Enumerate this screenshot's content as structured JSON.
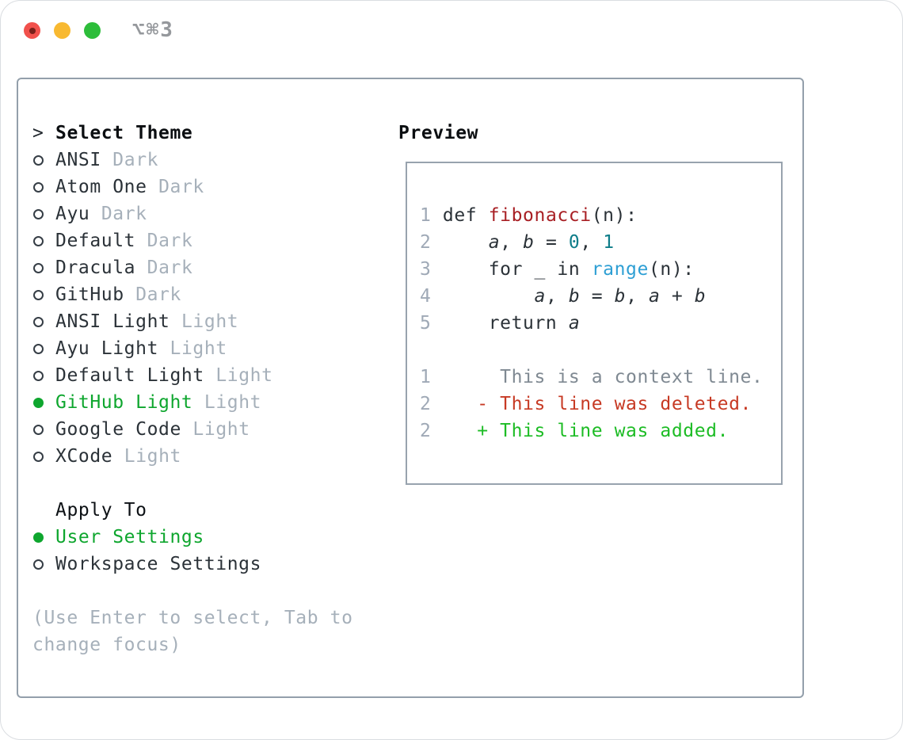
{
  "window": {
    "title": "⌥⌘3"
  },
  "colors": {
    "accent_green": "#0ea62e",
    "added_green": "#1dbc25",
    "deleted_red": "#c73a24",
    "function_red": "#a81f24",
    "number_teal": "#0e7d89",
    "builtin_blue": "#2e9fd4",
    "text_dark": "#2b3238",
    "text_muted": "#a6b0ba",
    "context_gray": "#7f8992",
    "border_gray": "#939fab"
  },
  "theme_list": {
    "header_marker": ">",
    "header_label": "Select Theme",
    "items": [
      {
        "label": "ANSI",
        "tag": "Dark",
        "selected": false
      },
      {
        "label": "Atom One",
        "tag": "Dark",
        "selected": false
      },
      {
        "label": "Ayu",
        "tag": "Dark",
        "selected": false
      },
      {
        "label": "Default",
        "tag": "Dark",
        "selected": false
      },
      {
        "label": "Dracula",
        "tag": "Dark",
        "selected": false
      },
      {
        "label": "GitHub",
        "tag": "Dark",
        "selected": false
      },
      {
        "label": "ANSI Light",
        "tag": "Light",
        "selected": false
      },
      {
        "label": "Ayu Light",
        "tag": "Light",
        "selected": false
      },
      {
        "label": "Default Light",
        "tag": "Light",
        "selected": false
      },
      {
        "label": "GitHub Light",
        "tag": "Light",
        "selected": true
      },
      {
        "label": "Google Code",
        "tag": "Light",
        "selected": false
      },
      {
        "label": "XCode",
        "tag": "Light",
        "selected": false
      }
    ]
  },
  "apply_to": {
    "header": "Apply To",
    "options": [
      {
        "label": "User Settings",
        "selected": true
      },
      {
        "label": "Workspace Settings",
        "selected": false
      }
    ]
  },
  "help": {
    "line1": "(Use Enter to select, Tab to",
    "line2": "change focus)"
  },
  "preview": {
    "title": "Preview",
    "code": [
      {
        "num": "1",
        "segs": [
          {
            "t": " def "
          },
          {
            "t": "fibonacci"
          },
          {
            "t": "(n):"
          }
        ]
      },
      {
        "num": "2",
        "segs": [
          {
            "t": "     "
          },
          {
            "t": "a"
          },
          {
            "t": ", "
          },
          {
            "t": "b"
          },
          {
            "t": " = "
          },
          {
            "t": "0"
          },
          {
            "t": ", "
          },
          {
            "t": "1"
          }
        ]
      },
      {
        "num": "3",
        "segs": [
          {
            "t": "     for _ in "
          },
          {
            "t": "range"
          },
          {
            "t": "(n):"
          }
        ]
      },
      {
        "num": "4",
        "segs": [
          {
            "t": "         "
          },
          {
            "t": "a"
          },
          {
            "t": ", "
          },
          {
            "t": "b"
          },
          {
            "t": " = "
          },
          {
            "t": "b"
          },
          {
            "t": ", "
          },
          {
            "t": "a"
          },
          {
            "t": " + "
          },
          {
            "t": "b"
          }
        ]
      },
      {
        "num": "5",
        "segs": [
          {
            "t": "     return "
          },
          {
            "t": "a"
          }
        ]
      }
    ],
    "diff": [
      {
        "num": "1",
        "text": "      This is a context line."
      },
      {
        "num": "2",
        "text": "    - This line was deleted."
      },
      {
        "num": "2",
        "text": "    + This line was added."
      }
    ]
  }
}
